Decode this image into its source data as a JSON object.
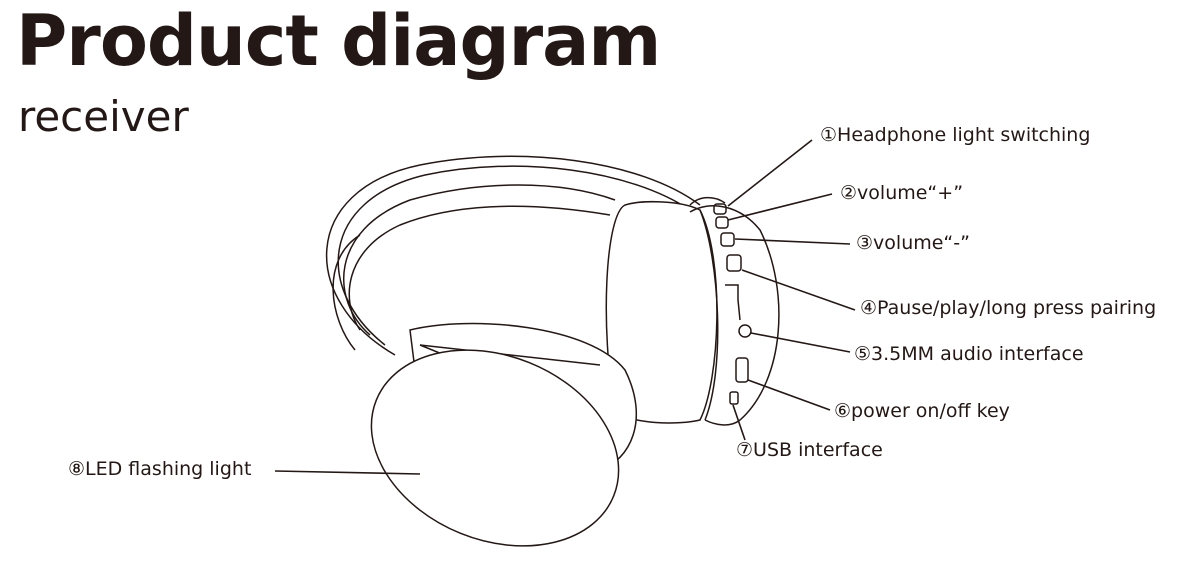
{
  "title": "Product diagram",
  "subtitle": "receiver",
  "labels": [
    {
      "num": "①",
      "text": "Headphone light switching"
    },
    {
      "num": "②",
      "text": "volume“+”"
    },
    {
      "num": "③",
      "text": "volume“-”"
    },
    {
      "num": "④",
      "text": "Pause/play/long press pairing"
    },
    {
      "num": "⑤",
      "text": "3.5MM audio interface"
    },
    {
      "num": "⑥",
      "text": "power on/off key"
    },
    {
      "num": "⑦",
      "text": "USB interface"
    },
    {
      "num": "⑧",
      "text": "LED flashing light"
    }
  ]
}
